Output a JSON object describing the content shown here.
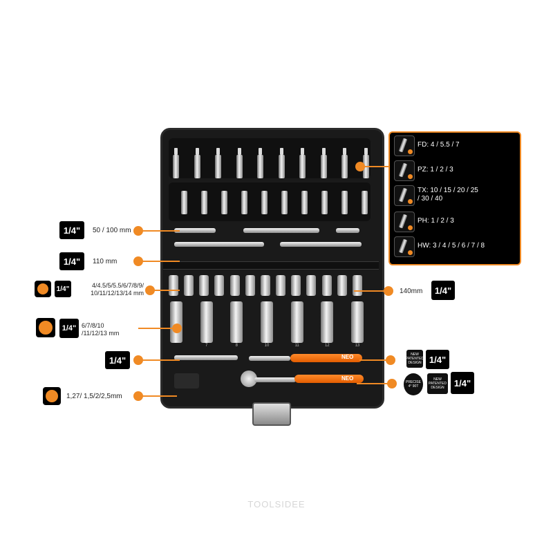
{
  "left_labels": {
    "ext_size": "1/4\"",
    "ext_text": "50 / 100 mm",
    "bar_size": "1/4\"",
    "bar_text": "110 mm",
    "short_size": "1/4\"",
    "short_text": "4/4.5/5/5.5/6/7/8/9/\n10/11/12/13/14 mm",
    "deep_size": "1/4\"",
    "deep_text": "6/7/8/10\n/11/12/13 mm",
    "tbar_size": "1/4\"",
    "hex_text": "1,27/ 1,5/2/2,5mm"
  },
  "right_labels": {
    "long_ext_text": "140mm",
    "long_ext_size": "1/4\"",
    "screwdriver_size": "1/4\"",
    "ratchet_size": "1/4\"",
    "badge_patent_1": "NEW PATENTED DESIGN",
    "badge_precise": "PRECISE 4° 90T",
    "badge_patent_2": "NEW PATENTED DESIGN"
  },
  "legend": [
    {
      "icon": "flat-bit-icon",
      "text": "FD: 4 / 5.5 / 7"
    },
    {
      "icon": "pozi-bit-icon",
      "text": "PZ: 1 / 2 / 3"
    },
    {
      "icon": "torx-bit-icon",
      "text": "TX: 10 / 15 / 20 / 25\n/ 30 / 40"
    },
    {
      "icon": "phillips-bit-icon",
      "text": "PH: 1 / 2 / 3"
    },
    {
      "icon": "hex-bit-icon",
      "text": "HW: 3 / 4 / 5 / 6 / 7 / 8"
    }
  ],
  "brand": {
    "handle_text": "NEO",
    "watermark": "TOOLSIDEE"
  },
  "socket_numbers": [
    "7",
    "8",
    "10",
    "11",
    "12",
    "13"
  ],
  "colors": {
    "accent": "#f08a24",
    "case": "#1a1a1a",
    "legend_bg": "#000000"
  }
}
